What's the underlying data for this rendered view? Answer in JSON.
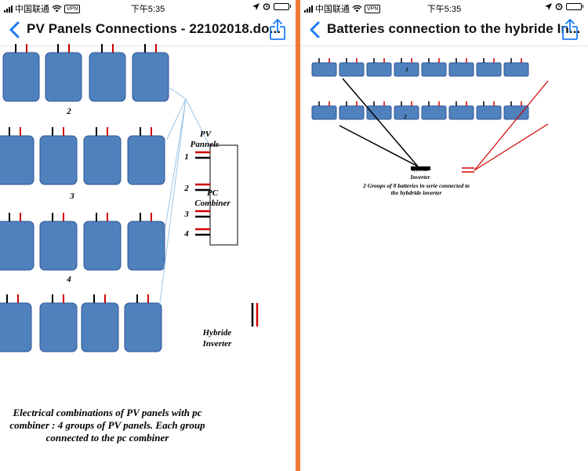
{
  "status_bar": {
    "carrier": "中国联通",
    "vpn": "VPN",
    "time": "下午5:35"
  },
  "left_screen": {
    "title": "PV Panels Connections - 22102018.do...",
    "back_icon": "chevron-left-icon",
    "share_icon": "share-icon",
    "group_numbers": [
      "2",
      "3",
      "4"
    ],
    "pv_label": "PV",
    "panels_label": "Pannels",
    "connector_numbers": [
      "1",
      "2",
      "3",
      "4"
    ],
    "pc_label": "PC",
    "combiner_label": "Combiner",
    "hybride_label": "Hybride",
    "inverter_label": "Inverter",
    "caption_line1": "Electrical combinations of PV panels with pc",
    "caption_line2": "combiner : 4 groups of PV panels. Each group",
    "caption_line3": "connected to the pc combiner"
  },
  "right_screen": {
    "title": "Batteries connection to the hybride In...",
    "back_icon": "chevron-left-icon",
    "share_icon": "share-icon",
    "row_numbers": [
      "1",
      "2"
    ],
    "hybride_label": "Hybride",
    "inverter_label": "Inverter",
    "caption_line1": "2 Groups of 8 batteries in serie connected to",
    "caption_line2": "the hybdride inverter"
  },
  "colors": {
    "accent": "#1a7cf5",
    "divider": "#f07a3a",
    "panel_fill": "#4f81bd",
    "panel_stroke": "#2f5597",
    "wire_red": "#d00000",
    "wire_black": "#000000",
    "guide_line": "#9dc3e6"
  }
}
